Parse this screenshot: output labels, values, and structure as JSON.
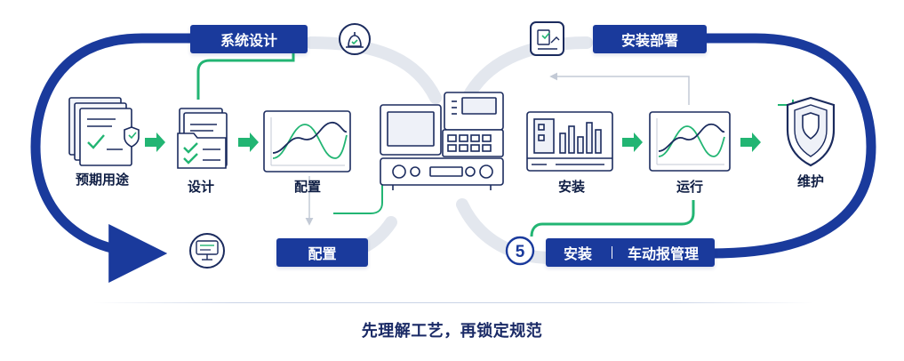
{
  "colors": {
    "track_blue": "#1a3a9c",
    "track_gray": "#e3e7ee",
    "accent_green": "#22b573",
    "icon_stroke": "#1b2b5e",
    "text_dark": "#0f1e44"
  },
  "top_left_pill": "系统设计",
  "top_right_pill": "安装部署",
  "bottom_left_pill": "配置",
  "bottom_right_pill": {
    "left": "安装",
    "right": "车动报管理"
  },
  "step_badge": "5",
  "left_nodes": [
    {
      "label": "预期用途",
      "icon": "documents-shield-icon"
    },
    {
      "label": "设计",
      "icon": "design-document-icon"
    },
    {
      "label": "配置",
      "icon": "waveform-monitor-icon"
    }
  ],
  "right_nodes": [
    {
      "label": "安装",
      "icon": "control-panel-icon"
    },
    {
      "label": "运行",
      "icon": "waveform-monitor-icon"
    },
    {
      "label": "维护",
      "icon": "shield-icon"
    }
  ],
  "footer": "先理解工艺，再锁定规范"
}
